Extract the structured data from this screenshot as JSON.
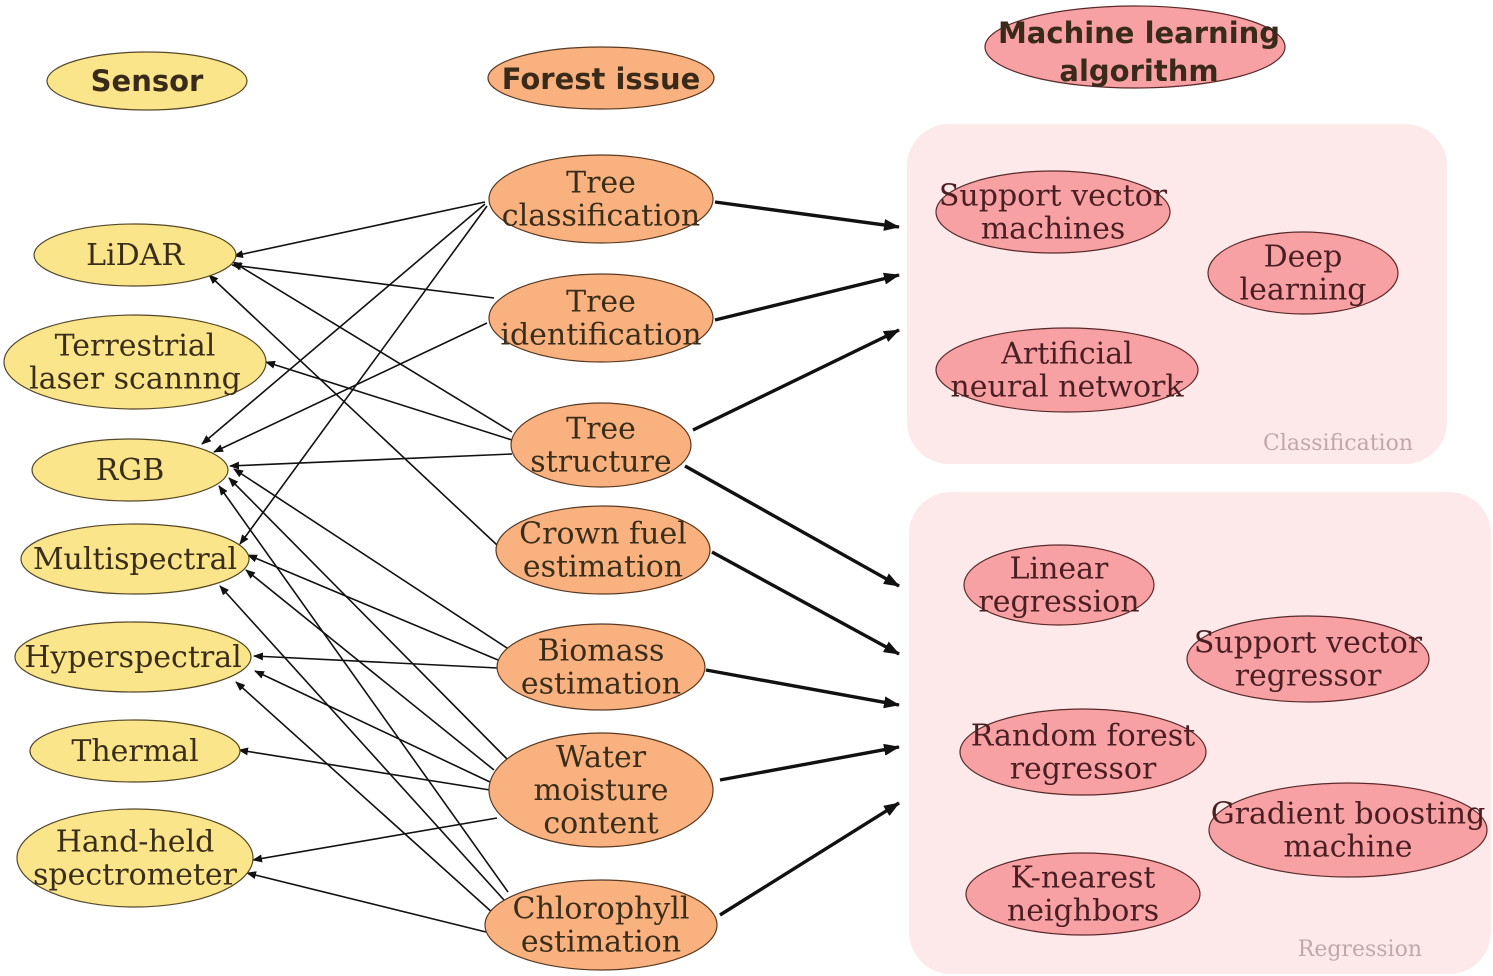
{
  "headers": {
    "sensor": "Sensor",
    "forest_issue": "Forest issue",
    "algorithm": [
      "Machine learning",
      "algorithm"
    ]
  },
  "sensors": [
    {
      "id": "lidar",
      "lines": [
        "LiDAR"
      ]
    },
    {
      "id": "tls",
      "lines": [
        "Terrestrial",
        "laser scannng"
      ]
    },
    {
      "id": "rgb",
      "lines": [
        "RGB"
      ]
    },
    {
      "id": "multispectral",
      "lines": [
        "Multispectral"
      ]
    },
    {
      "id": "hyperspectral",
      "lines": [
        "Hyperspectral"
      ]
    },
    {
      "id": "thermal",
      "lines": [
        "Thermal"
      ]
    },
    {
      "id": "spectrometer",
      "lines": [
        "Hand-held",
        "spectrometer"
      ]
    }
  ],
  "issues": [
    {
      "id": "tree_classification",
      "lines": [
        "Tree",
        "classification"
      ]
    },
    {
      "id": "tree_identification",
      "lines": [
        "Tree",
        "identification"
      ]
    },
    {
      "id": "tree_structure",
      "lines": [
        "Tree",
        "structure"
      ]
    },
    {
      "id": "crown_fuel",
      "lines": [
        "Crown fuel",
        "estimation"
      ]
    },
    {
      "id": "biomass",
      "lines": [
        "Biomass",
        "estimation"
      ]
    },
    {
      "id": "water_moisture",
      "lines": [
        "Water",
        "moisture",
        "content"
      ]
    },
    {
      "id": "chlorophyll",
      "lines": [
        "Chlorophyll",
        "estimation"
      ]
    }
  ],
  "groups": [
    {
      "id": "classification",
      "label": "Classification",
      "algorithms": [
        {
          "id": "svm",
          "lines": [
            "Support vector",
            "machines"
          ]
        },
        {
          "id": "deep_learning",
          "lines": [
            "Deep",
            "learning"
          ]
        },
        {
          "id": "ann",
          "lines": [
            "Artificial",
            "neural network"
          ]
        }
      ]
    },
    {
      "id": "regression",
      "label": "Regression",
      "algorithms": [
        {
          "id": "linear_regression",
          "lines": [
            "Linear",
            "regression"
          ]
        },
        {
          "id": "svr",
          "lines": [
            "Support vector",
            "regressor"
          ]
        },
        {
          "id": "rf_regressor",
          "lines": [
            "Random forest",
            "regressor"
          ]
        },
        {
          "id": "gbm",
          "lines": [
            "Gradient boosting",
            "machine"
          ]
        },
        {
          "id": "knn",
          "lines": [
            "K-nearest",
            "neighbors"
          ]
        }
      ]
    }
  ],
  "issue_sensor_links": [
    {
      "issue": "tree_classification",
      "sensor": "lidar"
    },
    {
      "issue": "tree_classification",
      "sensor": "rgb"
    },
    {
      "issue": "tree_classification",
      "sensor": "multispectral"
    },
    {
      "issue": "tree_identification",
      "sensor": "lidar"
    },
    {
      "issue": "tree_identification",
      "sensor": "rgb"
    },
    {
      "issue": "tree_structure",
      "sensor": "lidar"
    },
    {
      "issue": "tree_structure",
      "sensor": "tls"
    },
    {
      "issue": "tree_structure",
      "sensor": "rgb"
    },
    {
      "issue": "crown_fuel",
      "sensor": "lidar"
    },
    {
      "issue": "biomass",
      "sensor": "rgb"
    },
    {
      "issue": "biomass",
      "sensor": "multispectral"
    },
    {
      "issue": "biomass",
      "sensor": "hyperspectral"
    },
    {
      "issue": "water_moisture",
      "sensor": "rgb"
    },
    {
      "issue": "water_moisture",
      "sensor": "multispectral"
    },
    {
      "issue": "water_moisture",
      "sensor": "hyperspectral"
    },
    {
      "issue": "water_moisture",
      "sensor": "thermal"
    },
    {
      "issue": "water_moisture",
      "sensor": "spectrometer"
    },
    {
      "issue": "chlorophyll",
      "sensor": "rgb"
    },
    {
      "issue": "chlorophyll",
      "sensor": "multispectral"
    },
    {
      "issue": "chlorophyll",
      "sensor": "hyperspectral"
    },
    {
      "issue": "chlorophyll",
      "sensor": "spectrometer"
    }
  ],
  "issue_group_links": [
    {
      "issue": "tree_classification",
      "group": "classification"
    },
    {
      "issue": "tree_identification",
      "group": "classification"
    },
    {
      "issue": "tree_structure",
      "group": "classification"
    },
    {
      "issue": "tree_structure",
      "group": "regression"
    },
    {
      "issue": "crown_fuel",
      "group": "regression"
    },
    {
      "issue": "biomass",
      "group": "regression"
    },
    {
      "issue": "water_moisture",
      "group": "regression"
    },
    {
      "issue": "chlorophyll",
      "group": "regression"
    }
  ],
  "colors": {
    "sensor_fill": "#fbe58a",
    "issue_fill": "#f9b27f",
    "algorithm_fill": "#f8a1a5",
    "group_box": "#fde9ea"
  }
}
